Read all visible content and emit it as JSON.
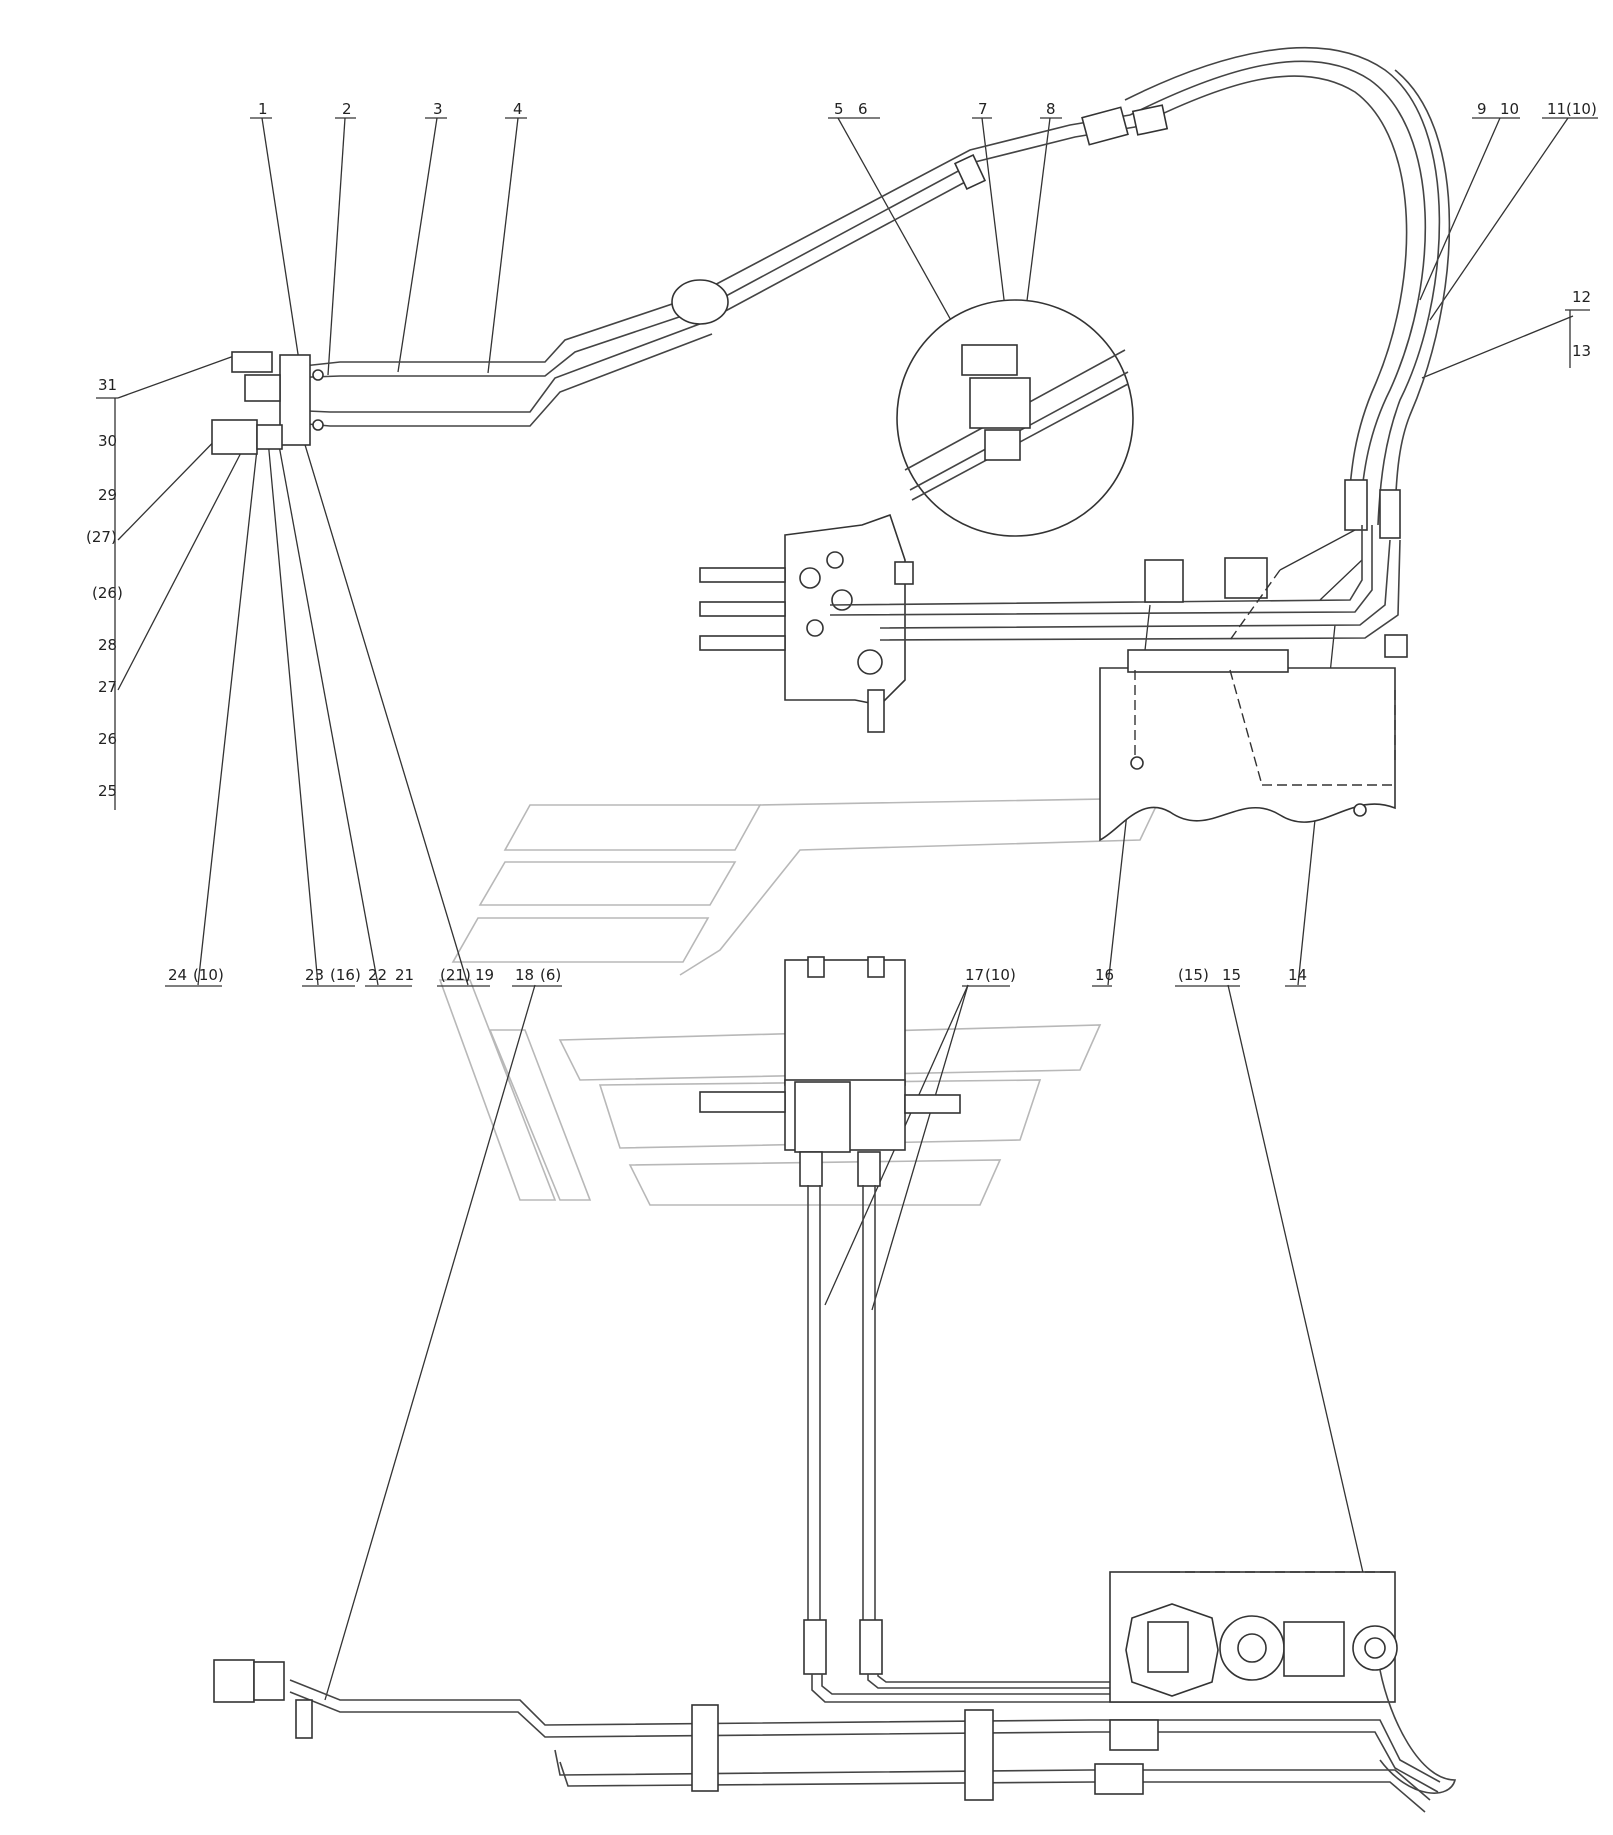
{
  "labels": {
    "top": [
      "1",
      "2",
      "3",
      "4",
      "5",
      "6",
      "7",
      "8",
      "9",
      "10",
      "11",
      "(10)"
    ],
    "right": [
      "12",
      "13"
    ],
    "left": [
      "31",
      "30",
      "29",
      "(27)",
      "(26)",
      "28",
      "27",
      "26",
      "25"
    ],
    "middle": [
      "24",
      "(10)",
      "23",
      "(16)",
      "22",
      "21",
      "(21)",
      "19",
      "18",
      "(6)",
      "16",
      "(15)",
      "15",
      "14",
      "17",
      "(10)"
    ]
  }
}
